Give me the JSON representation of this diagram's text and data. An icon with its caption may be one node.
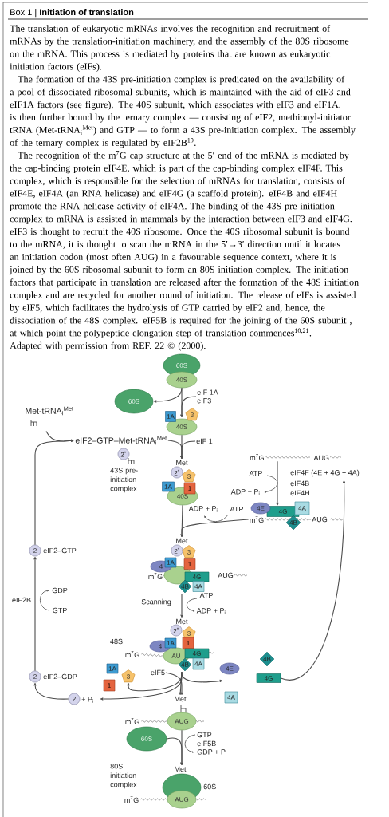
{
  "diagram": {
    "title": "Box 1 | **Initiation of translation**",
    "nodes": [
      {
        "text": [
          "60S"
        ]
      },
      {
        "text": [
          "40S"
        ]
      },
      {
        "text": [
          "60S"
        ]
      },
      {
        "text": [
          "eIF 1A",
          "eIF3"
        ]
      },
      {
        "text": [
          "1A"
        ]
      },
      {
        "text": [
          "3"
        ]
      },
      {
        "text": [
          "40S"
        ]
      },
      {
        "text": [
          "Met-tRNA$_{i}$$^{Met}$"
        ]
      },
      {
        "text": [
          "eIF2–GTP–Met-tRNA$_{i}$$^{Met}$"
        ]
      },
      {
        "text": [
          "eIF 1"
        ]
      },
      {
        "text": [
          "2$^{*}$"
        ]
      },
      {
        "text": [
          "2$^{*}$"
        ]
      },
      {
        "text": [
          "3"
        ]
      },
      {
        "text": [
          "1A"
        ]
      },
      {
        "text": [
          "1"
        ]
      },
      {
        "text": [
          "40S"
        ]
      },
      {
        "text": [
          "m$^{7}$G",
          "AUG"
        ]
      },
      {
        "text": [
          "eIF4F (4E + 4G + 4A)"
        ]
      },
      {
        "text": [
          "4E"
        ]
      },
      {
        "text": [
          "4G"
        ]
      },
      {
        "text": [
          "4A"
        ]
      },
      {
        "text": [
          "4B"
        ]
      },
      {
        "text": [
          "2$^{*}$"
        ]
      },
      {
        "text": [
          "3"
        ]
      },
      {
        "text": [
          "1A"
        ]
      },
      {
        "text": [
          "1"
        ]
      },
      {
        "text": [
          "4"
        ]
      },
      {
        "text": [],
        "shape": "ellipse",
        "beside": [
          "m$^{7}$G"
        ]
      },
      {
        "text": [
          "4G"
        ]
      },
      {
        "text": [
          "4B"
        ]
      },
      {
        "text": [
          "4A"
        ]
      },
      {
        "text": [
          "2$^{*}$"
        ]
      },
      {
        "text": [
          "3"
        ]
      },
      {
        "text": [
          "1A"
        ]
      },
      {
        "text": [
          "1"
        ]
      },
      {
        "text": [
          "4"
        ]
      },
      {
        "text": [
          "AU"
        ]
      },
      {
        "text": [
          "4G"
        ]
      },
      {
        "text": [
          "4B"
        ]
      },
      {
        "text": [
          "4A"
        ]
      },
      {
        "text": [
          "1A"
        ]
      },
      {
        "text": [
          "3"
        ]
      },
      {
        "text": [
          "1"
        ]
      },
      {
        "text": [
          "eIF5"
        ]
      },
      {
        "text": [
          "4E"
        ]
      },
      {
        "text": [
          "4B"
        ]
      },
      {
        "text": [
          "4G"
        ]
      },
      {
        "text": [
          "4A"
        ]
      },
      {
        "text": [
          "2"
        ],
        "beside": [
          "eIF2–GTP"
        ]
      },
      {
        "text": [
          "2"
        ],
        "beside": [
          "eIF2–GDP"
        ]
      },
      {
        "text": [
          "2"
        ],
        "beside": [
          "+ P$_{i}$"
        ]
      },
      {
        "text": [
          "AUG"
        ]
      },
      {
        "text": [
          "60S"
        ]
      },
      {
        "text": [
          "60S"
        ]
      },
      {
        "text": [
          "AUG"
        ],
        "beside": [
          "m$^{7}$G"
        ]
      },
      {
        "text": [
          "Met"
        ]
      },
      {
        "text": [
          "Met"
        ]
      },
      {
        "text": [
          "Met"
        ]
      },
      {
        "text": [
          "Met"
        ]
      },
      {
        "text": [
          "Met"
        ]
      },
      {
        "text": [
          "m$^{7}$G"
        ]
      },
      {
        "text": [
          "m$^{7}$G"
        ]
      },
      {
        "text": [
          "m$^{7}$G"
        ]
      }
    ],
    "edges": [
      {
        "from": 1,
        "to": 6,
        "arrow": "to"
      },
      {
        "from": 1,
        "to": 2,
        "arrow": "to"
      },
      {
        "from": 3,
        "to": 6,
        "arrow": "to"
      },
      {
        "from": 7,
        "to": 8,
        "arrow": "to"
      },
      {
        "from": 48,
        "to": 8,
        "arrow": "to"
      },
      {
        "from": 6,
        "to": 55,
        "arrow": "to"
      },
      {
        "from": 8,
        "to": 55,
        "arrow": "to"
      },
      {
        "from": 9,
        "to": 55,
        "arrow": "to"
      },
      {
        "from": 16,
        "to": 19,
        "arrow": "to"
      },
      {
        "from": 15,
        "to": 56,
        "arrow": "to"
      },
      {
        "from": 60,
        "to": 56,
        "arrow": "to"
      },
      {
        "from": 29,
        "to": 57,
        "arrow": "to"
      },
      {
        "from": 38,
        "to": 58,
        "arrow": "to"
      },
      {
        "from": 38,
        "to": 41,
        "arrow": "to"
      },
      {
        "from": 38,
        "to": 50,
        "arrow": "to"
      },
      {
        "from": 38,
        "to": 44,
        "arrow": "to"
      },
      {
        "from": 43,
        "to": 58,
        "arrow": "to"
      },
      {
        "from": 50,
        "to": 49,
        "arrow": "to"
      },
      {
        "from": 49,
        "to": 48,
        "arrow": "to"
      },
      {
        "from": 46,
        "to": 17,
        "arrow": "to"
      },
      {
        "from": 51,
        "to": 59,
        "arrow": "to"
      },
      {
        "from": 52,
        "to": 59,
        "arrow": "to"
      },
      {
        "from": 61,
        "to": 36,
        "arrow": "none"
      },
      {
        "from": 62,
        "to": 51,
        "arrow": "none"
      }
    ],
    "labels": [
      "The translation of eukaryotic mRNAs involves the recognition and recruitment of mRNAs by the translation-initiation machinery, and the assembly of the 80S ribosome on the mRNA. This process is mediated by proteins that are known as eukaryotic initiation factors (eIFs).",
      "The formation of the 43S pre-initiation complex is predicated on the availability of a pool of dissociated ribosomal subunits, which is maintained with the aid of eIF3 and eIF1A factors (see figure). The 40S subunit, which associates with eIF3 and eIF1A, is then further bound by the ternary complex — consisting of eIF2, methionyl-initiator tRNA (Met-tRNA$_{i}$$^{Met}$) and GTP — to form a 43S pre-initiation complex. The assembly of the ternary complex is regulated by eIF2B$^{10}$.",
      "The recognition of the m$^{7}$G cap structure at the 5′ end of the mRNA is mediated by the cap-binding protein eIF4E, which is part of the cap-binding complex eIF4F. This complex, which is responsible for the selection of mRNAs for translation, consists of eIF4E, eIF4A (an RNA helicase) and eIF4G (a scaffold protein). eIF4B and eIF4H promote the RNA helicase activity of eIF4A. The binding of the 43S pre-initiation complex to mRNA is assisted in mammals by the interaction between eIF3 and eIF4G. eIF3 is thought to recruit the 40S ribosome. Once the 40S ribosomal subunit is bound to the mRNA, it is thought to scan the mRNA in the 5′→3′ direction until it locates an initiation codon (most often AUG) in a favourable sequence context, where it is joined by the 60S ribosomal subunit to form an 80S initiation complex. The initiation factors that participate in translation are released after the formation of the 48S initiation complex and are recycled for another round of initiation. The release of eIFs is assisted by eIF5, which facilitates the hydrolysis of GTP carried by eIF2 and, hence, the dissociation of the 48S complex. eIF5B is required for the joining of the 60S subunit , at which point the polypeptide-elongation step of translation commences$^{10,21}$.",
      "Adapted with permission from REF. 22 © (2000).",
      "43S pre-initiation complex",
      "ATP",
      "eIF4B",
      "ADP + P$_{i}$",
      "eIF4H",
      "AUG",
      "ADP + P$_{i}$",
      "ATP",
      "AUG",
      "eIF2B",
      "GDP",
      "GTP",
      "ATP",
      "Scanning",
      "ADP + P$_{i}$",
      "48S",
      "GTP",
      "eIF5B",
      "GDP + P$_{i}$",
      "80S initiation complex"
    ]
  }
}
